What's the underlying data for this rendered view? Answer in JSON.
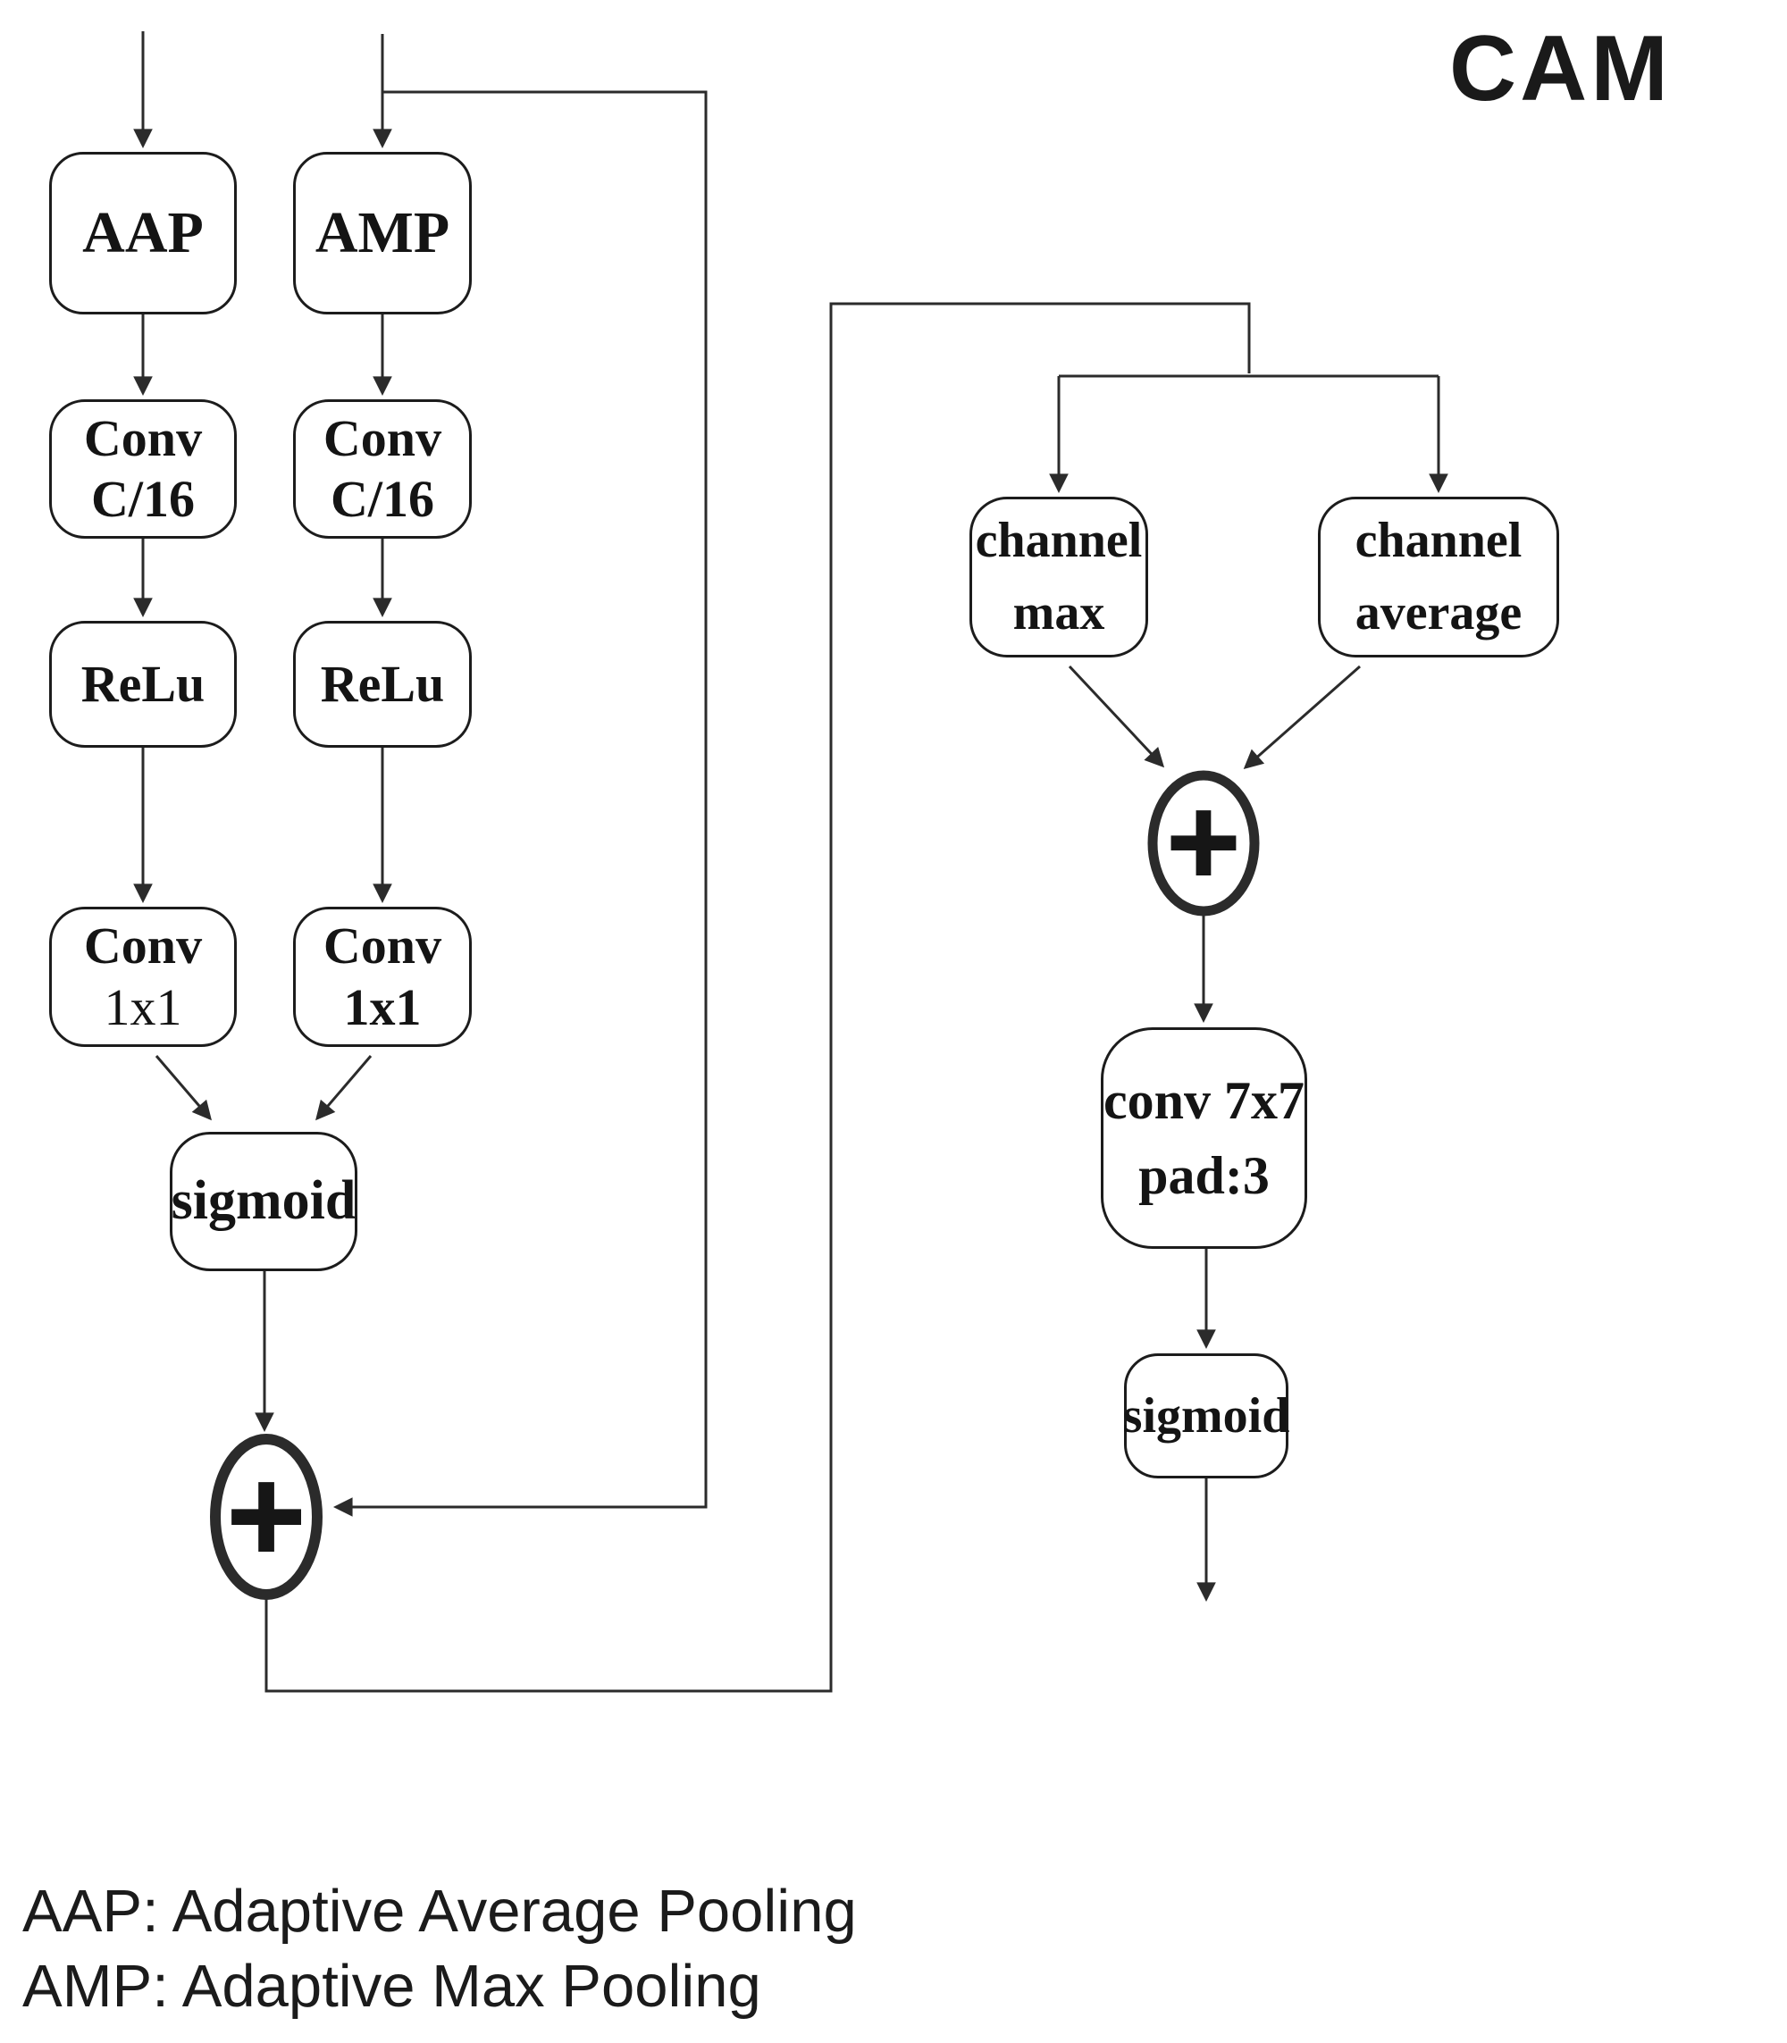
{
  "title": "CAM",
  "colors": {
    "background": "#ffffff",
    "line": "#2b2b2b",
    "box_border": "#1c1c1c",
    "text": "#141414"
  },
  "nodes": {
    "aap": {
      "label": "AAP"
    },
    "amp": {
      "label": "AMP"
    },
    "conv_c16_left": {
      "line1": "Conv",
      "line2": "C/16"
    },
    "conv_c16_right": {
      "line1": "Conv",
      "line2": "C/16"
    },
    "relu_left": {
      "label": "ReLu"
    },
    "relu_right": {
      "label": "ReLu"
    },
    "conv_1x1_left": {
      "line1": "Conv",
      "line2": "1x1"
    },
    "conv_1x1_right": {
      "line1": "Conv",
      "line2": "1x1"
    },
    "sigmoid_left": {
      "label": "sigmoid"
    },
    "channel_max": {
      "line1": "channel",
      "line2": "max"
    },
    "channel_average": {
      "line1": "channel",
      "line2": "average"
    },
    "conv_7x7": {
      "line1": "conv 7x7",
      "line2": "pad:3"
    },
    "sigmoid_right": {
      "label": "sigmoid"
    }
  },
  "operators": {
    "add_left": "+",
    "add_right": "+"
  },
  "legend": {
    "line1": "AAP: Adaptive Average Pooling",
    "line2": "AMP: Adaptive Max Pooling"
  }
}
